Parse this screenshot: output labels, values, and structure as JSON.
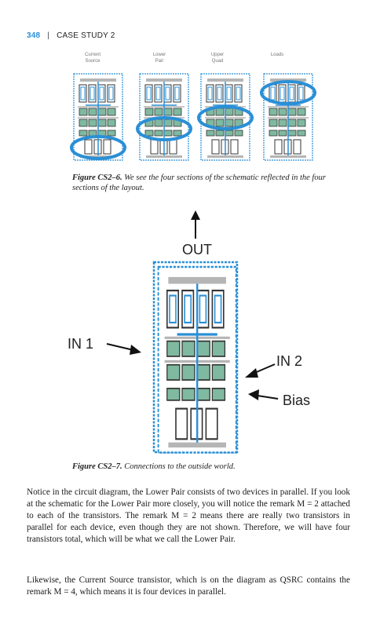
{
  "header": {
    "page_number": "348",
    "separator": "|",
    "section": "CASE STUDY 2"
  },
  "figure1": {
    "sections": [
      {
        "label_line1": "Current",
        "label_line2": "Source"
      },
      {
        "label_line1": "Lower",
        "label_line2": "Pair"
      },
      {
        "label_line1": "Upper",
        "label_line2": "Quad"
      },
      {
        "label_line1": "Loads",
        "label_line2": ""
      }
    ],
    "caption_label": "Figure CS2–6.",
    "caption_text": "We see the four sections of the schematic reflected in the four sections of the layout."
  },
  "figure2": {
    "labels": {
      "out": "OUT",
      "in1": "IN 1",
      "in2": "IN 2",
      "bias": "Bias"
    },
    "caption_label": "Figure CS2–7.",
    "caption_text": "Connections to the outside world."
  },
  "body": {
    "paragraph1": "Notice in the circuit diagram, the Lower Pair consists of two devices in parallel. If you look at the schematic for the Lower Pair more closely, you will notice the remark M = 2 attached to each of the transistors. The remark M = 2 means there are really two transistors in parallel for each device, even though they are not shown. Therefore, we will have four transistors total, which will be what we call the Lower Pair.",
    "paragraph2": "Likewise, the Current Source transistor, which is on the diagram as QSRC contains the remark M = 4, which means it is four devices in parallel."
  },
  "colors": {
    "accent": "#2a8fd6",
    "device_green": "#7fb9a0",
    "gray_bar": "#b5b5b5"
  }
}
